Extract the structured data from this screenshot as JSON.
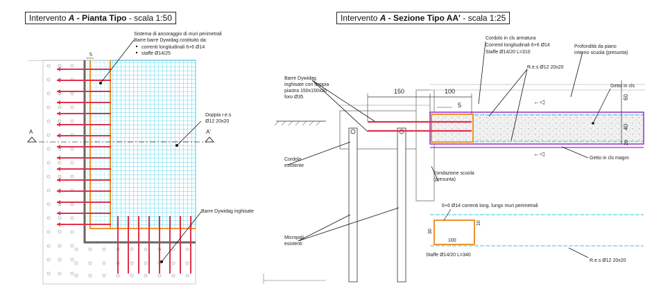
{
  "plan": {
    "title_prefix": "Intervento ",
    "title_letter": "A",
    "title_suffix": " - Pianta Tipo",
    "title_scale": " - scala 1:50",
    "note_anchor": "Sistema di ancoraggio di muri perimetrali",
    "note_anchor_2": "Barre barre Dywidag costituito da:",
    "note_bullet_1": "correnti longitudinali 6+6 Ø14",
    "note_bullet_2": "staffe Ø14/25",
    "label_mesh": "Doppia r.e.s",
    "label_mesh_2": "Ø12 20x20",
    "label_bars": "Barre Dywidag inghisate",
    "section_mark": "A",
    "section_mark_prime": "A'",
    "dim_small": "5"
  },
  "section": {
    "title_prefix": "Intervento ",
    "title_letter": "A",
    "title_suffix": " - Sezione Tipo AA'",
    "title_scale": " - scala 1:25",
    "label_cordolo": "Cordolo in cls armatura",
    "label_correnti": "Correnti longitudinali 6+6 Ø14",
    "label_staffe": "Staffe Ø14/20 L=310",
    "label_profondita": "Profondità da piano",
    "label_profondita_2": "interno scuola (presunta)",
    "label_barre": "Barre Dywidag",
    "label_barre_2": "inghisate con doppia",
    "label_barre_3": "piastra 150x150x20",
    "label_barre_4": "foro Ø35",
    "label_res": "R.e.s Ø12 20x20",
    "label_getto": "Getto in cls",
    "label_getto_magro": "Getto in cls magro",
    "label_cordolo_esistente": "Cordolo",
    "label_cordolo_esistente_2": "esistente",
    "label_fondazione": "Fondazione scuola",
    "label_fondazione_2": "(presunta)",
    "label_micropali": "Micropali",
    "label_micropali_2": "esistenti",
    "dim_150": "150",
    "dim_100": "100",
    "dim_5": "5",
    "dim_60": "60",
    "dim_40": "40",
    "dim_20": "20",
    "detail_label": "6+6 Ø14 correnti long. lungo muri perimetrali",
    "detail_dim_100": "100",
    "detail_dim_30": "30",
    "detail_dim_10": "10",
    "detail_staffe": "Staffe Ø14/20 L=340",
    "detail_res": "R.e.s Ø12 20x20"
  },
  "colors": {
    "mesh": "#2ec8e6",
    "bars": "#e0304a",
    "cordolo": "#f0922a",
    "purple": "#9b30c8",
    "line": "#333333"
  }
}
